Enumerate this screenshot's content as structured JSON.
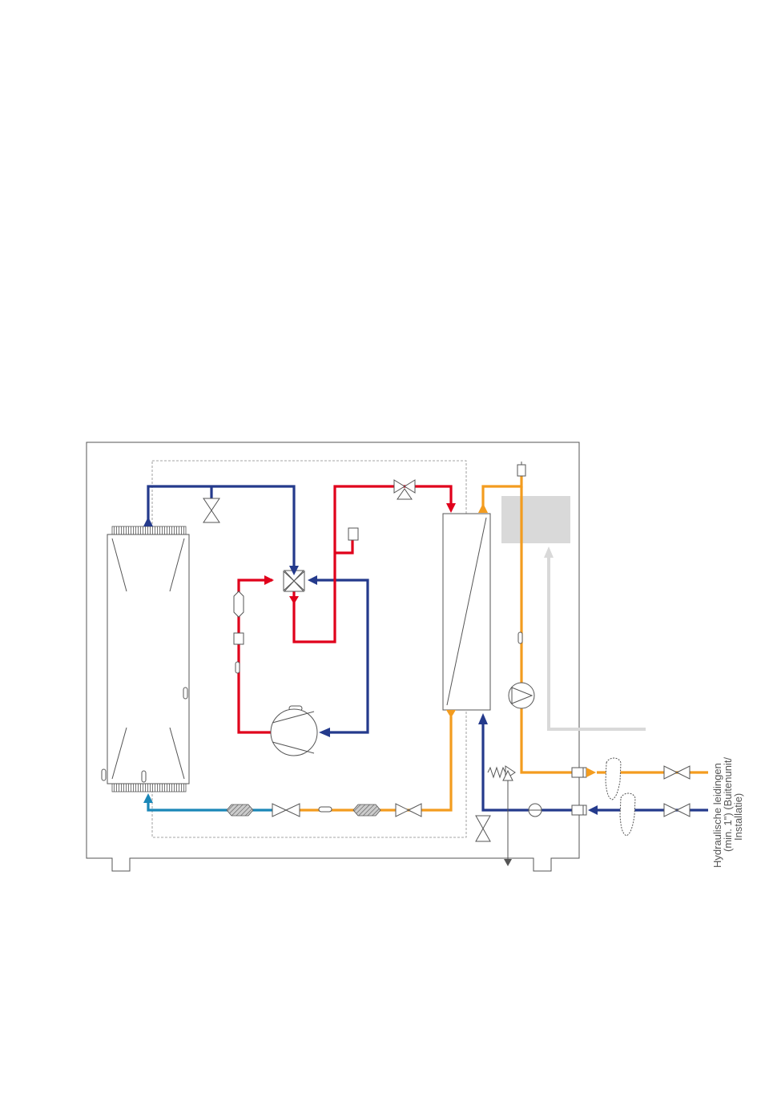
{
  "colors": {
    "frame": "#555555",
    "refrigerant_cold": "#243a8c",
    "refrigerant_hot": "#e0001b",
    "water": "#f39c1f",
    "liquid_line": "#1a87b8",
    "control_link": "#d9d9d9",
    "control_box": "#d9d9d9"
  },
  "labels": {
    "connection_line1": "Hydraulische leidingen",
    "connection_line2": "(min. 1\") (Buitenunit/",
    "connection_line3": "Installatie)"
  },
  "icons": {
    "arrow": "triangle-arrow-icon",
    "valve": "bowtie-valve-icon",
    "pump": "circle-pump-icon",
    "compressor": "compressor-icon"
  }
}
